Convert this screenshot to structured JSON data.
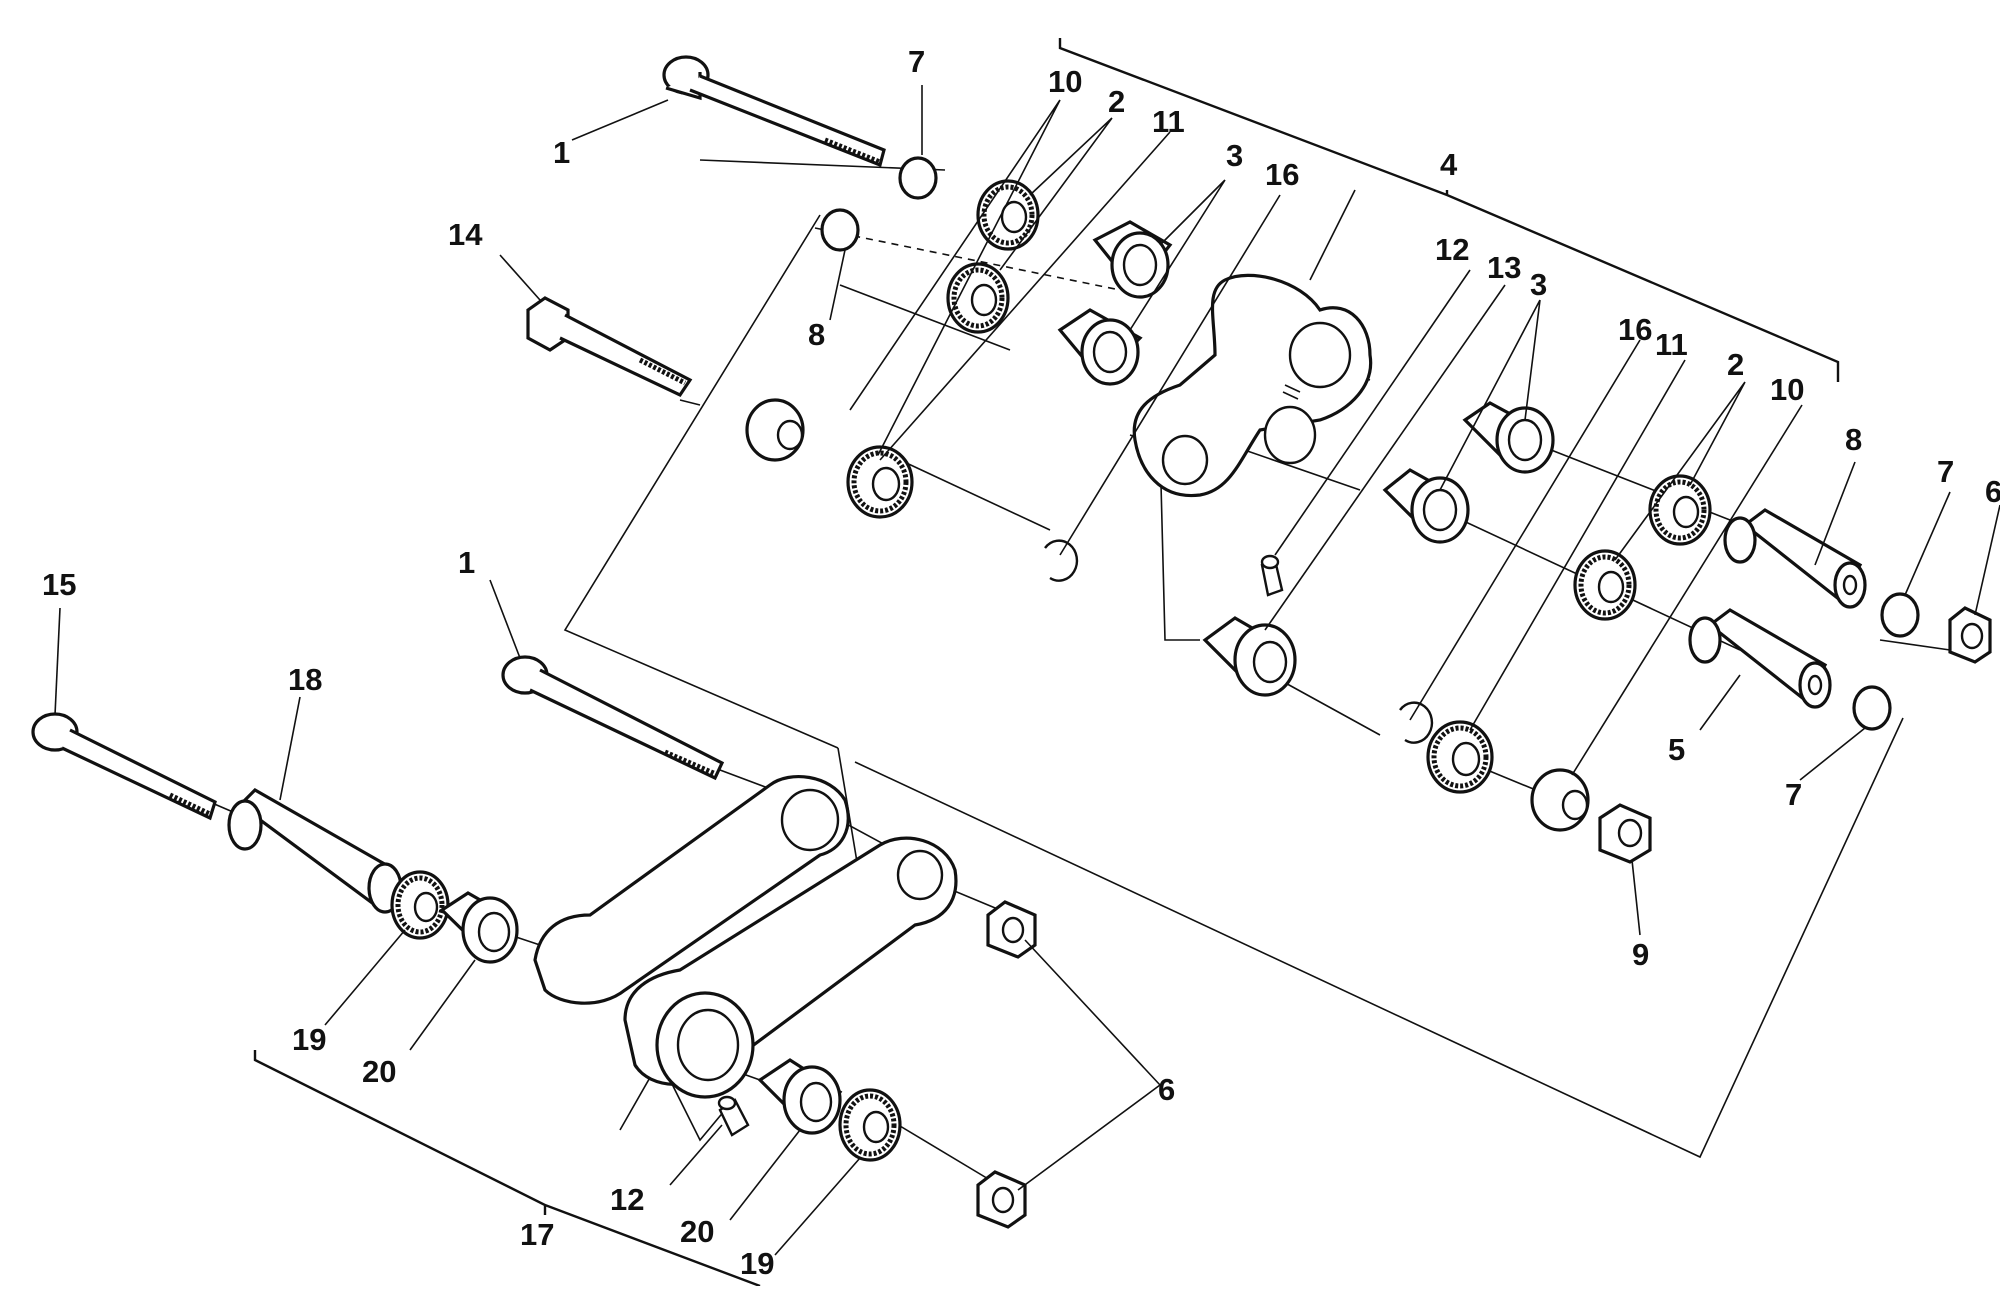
{
  "diagram": {
    "callouts": [
      "1",
      "7",
      "10",
      "2",
      "11",
      "3",
      "16",
      "4",
      "14",
      "8",
      "12",
      "13",
      "3",
      "16",
      "11",
      "2",
      "10",
      "8",
      "7",
      "6",
      "5",
      "7",
      "9",
      "15",
      "1",
      "18",
      "19",
      "20",
      "6",
      "12",
      "20",
      "19",
      "17"
    ],
    "colors": {
      "line": "#111111",
      "paper": "#ffffff"
    }
  }
}
